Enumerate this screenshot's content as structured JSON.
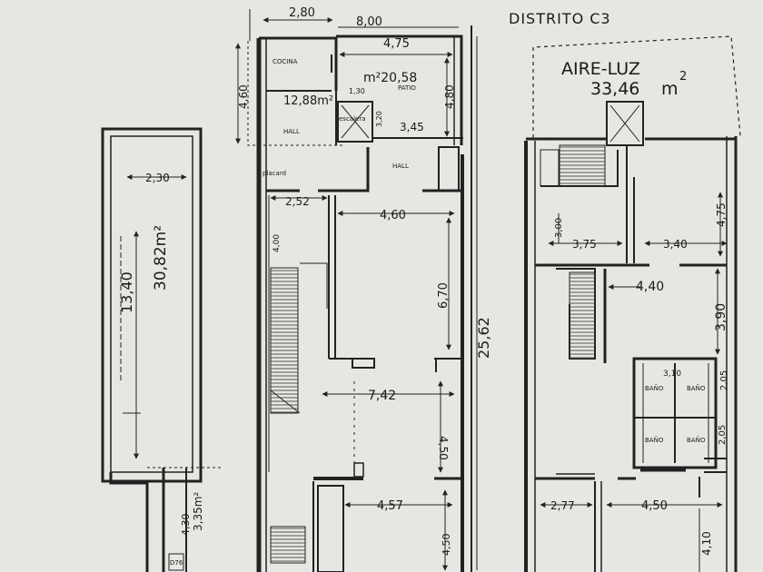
{
  "district": "DISTRITO C3",
  "aire_luz": {
    "label": "AIRE-LUZ",
    "area": "33,46",
    "unit": "m",
    "sup": "2"
  },
  "rooms": {
    "cocina": "COCINA",
    "patio": "PATIO",
    "hall_1": "HALL",
    "hall_2": "HALL",
    "escalera": "escalera",
    "bano_1": "BAÑO",
    "bano_2": "BAÑO",
    "bano_3": "BAÑO",
    "bano_4": "BAÑO",
    "placard": "placard",
    "d76": "D76"
  },
  "areas": {
    "patio_area": "m²20,58",
    "hall_area": "12,88m²",
    "strip_area": "30,82m²",
    "small_area": "3,35m²"
  },
  "dimensions": {
    "d_280": "2,80",
    "d_800": "8,00",
    "d_475_top": "4,75",
    "d_460_left": "4,60",
    "d_480": "4,80",
    "d_130": "1,30",
    "d_345": "3,45",
    "d_320_small": "3,20",
    "d_230": "2,30",
    "d_1340": "13,40",
    "d_252": "2,52",
    "d_460": "4,60",
    "d_400": "4,00",
    "d_670": "6,70",
    "d_2562": "25,62",
    "d_742": "7,42",
    "d_450_mid": "4,50",
    "d_457": "4,57",
    "d_450_low": "4,50",
    "d_430": "4,30",
    "d_300": "3,00",
    "d_375": "3,75",
    "d_340": "3,40",
    "d_475_right": "4,75",
    "d_440": "4,40",
    "d_390": "3,90",
    "d_310": "3,10",
    "d_205_a": "2,05",
    "d_205_b": "2,05",
    "d_277": "2,77",
    "d_450_right": "4,50",
    "d_410": "4,10"
  }
}
